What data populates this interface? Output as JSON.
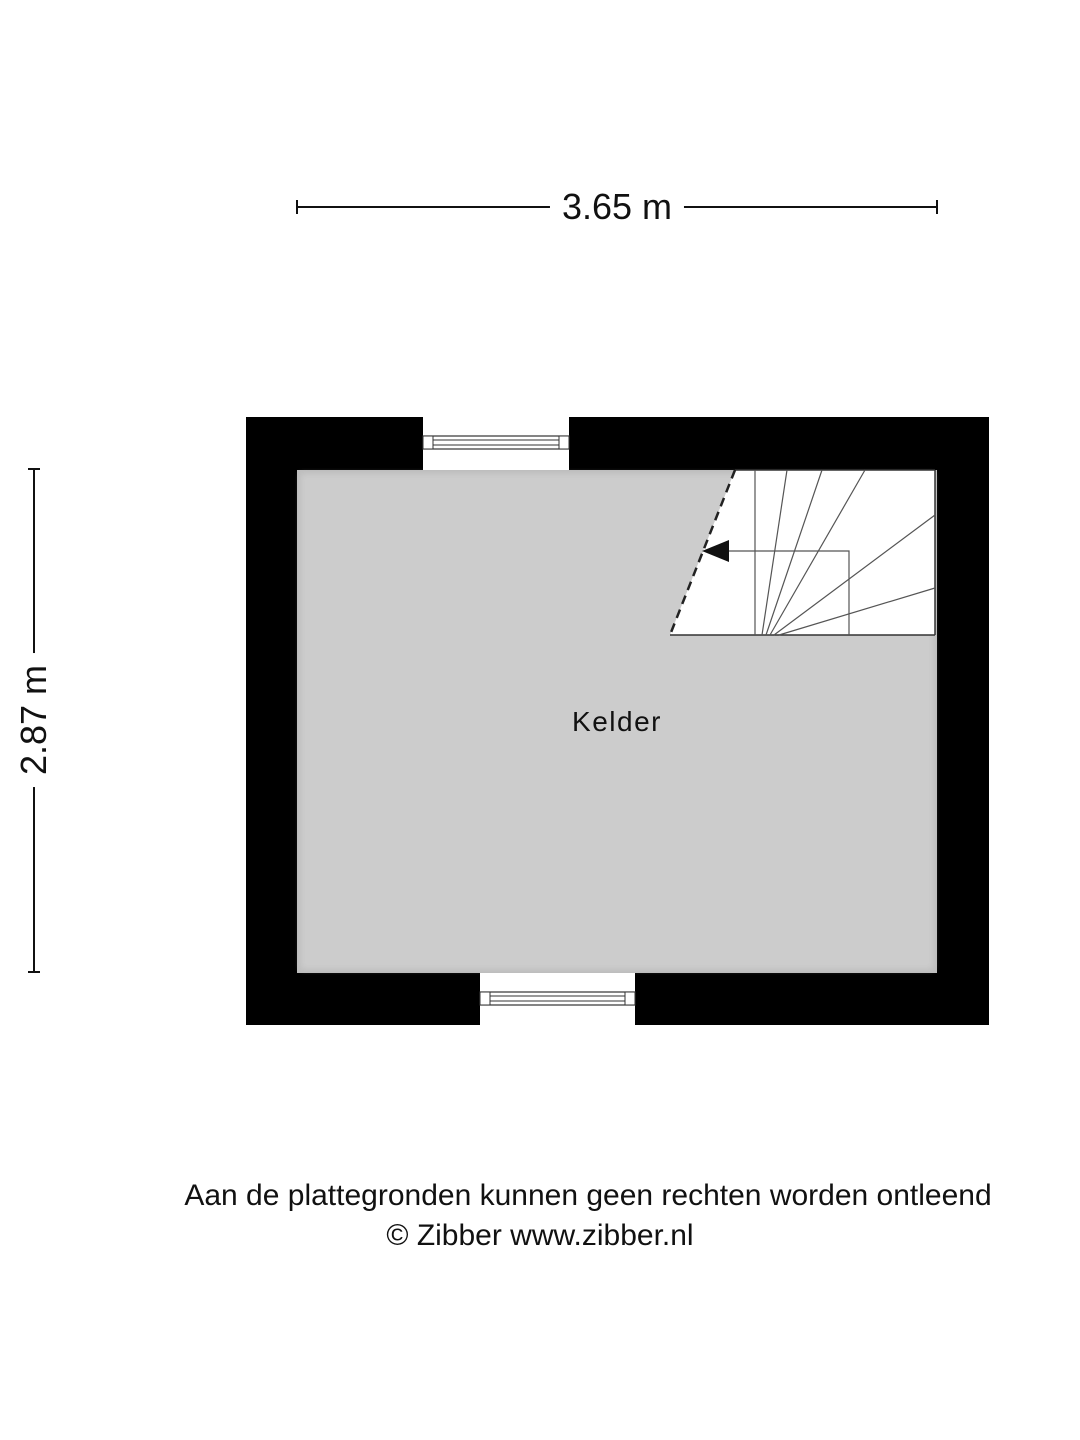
{
  "plan": {
    "width_dimension": "3.65 m",
    "height_dimension": "2.87 m",
    "room_name": "Kelder"
  },
  "footer": {
    "disclaimer": "Aan de plattegronden kunnen geen rechten worden ontleend",
    "copyright": "© Zibber www.zibber.nl"
  },
  "colors": {
    "wall": "#000000",
    "floor": "#cccccc",
    "stairs": "#ffffff"
  },
  "icons": {
    "stair_direction": "arrow-left-icon"
  }
}
